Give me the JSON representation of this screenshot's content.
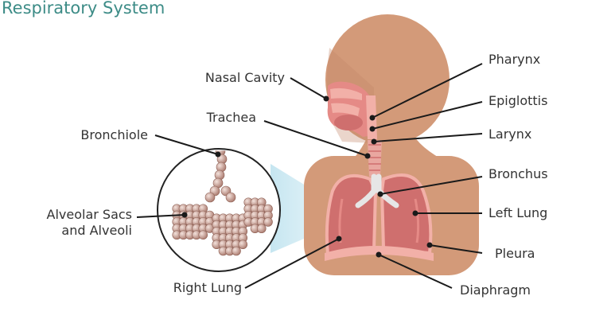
{
  "title": "Respiratory System",
  "colors": {
    "title": "#3d8c87",
    "label_text": "#333333",
    "skin": "#d39a79",
    "skin_shadow": "#c4876a",
    "lung": "#e58a86",
    "lung_fill": "#cf6f6e",
    "pleura": "#f2b0a8",
    "airway": "#e6e6e6",
    "alveoli": "#c9a49a",
    "leader_line": "#1a1a1a"
  },
  "labels": {
    "nasal_cavity": "Nasal Cavity",
    "trachea": "Trachea",
    "bronchiole": "Bronchiole",
    "alveolar_sacs_line1": "Alveolar Sacs",
    "alveolar_sacs_line2": "and Alveoli",
    "right_lung": "Right Lung",
    "pharynx": "Pharynx",
    "epiglottis": "Epiglottis",
    "larynx": "Larynx",
    "bronchus": "Bronchus",
    "left_lung": "Left Lung",
    "pleura": "Pleura",
    "diaphragm": "Diaphragm"
  }
}
